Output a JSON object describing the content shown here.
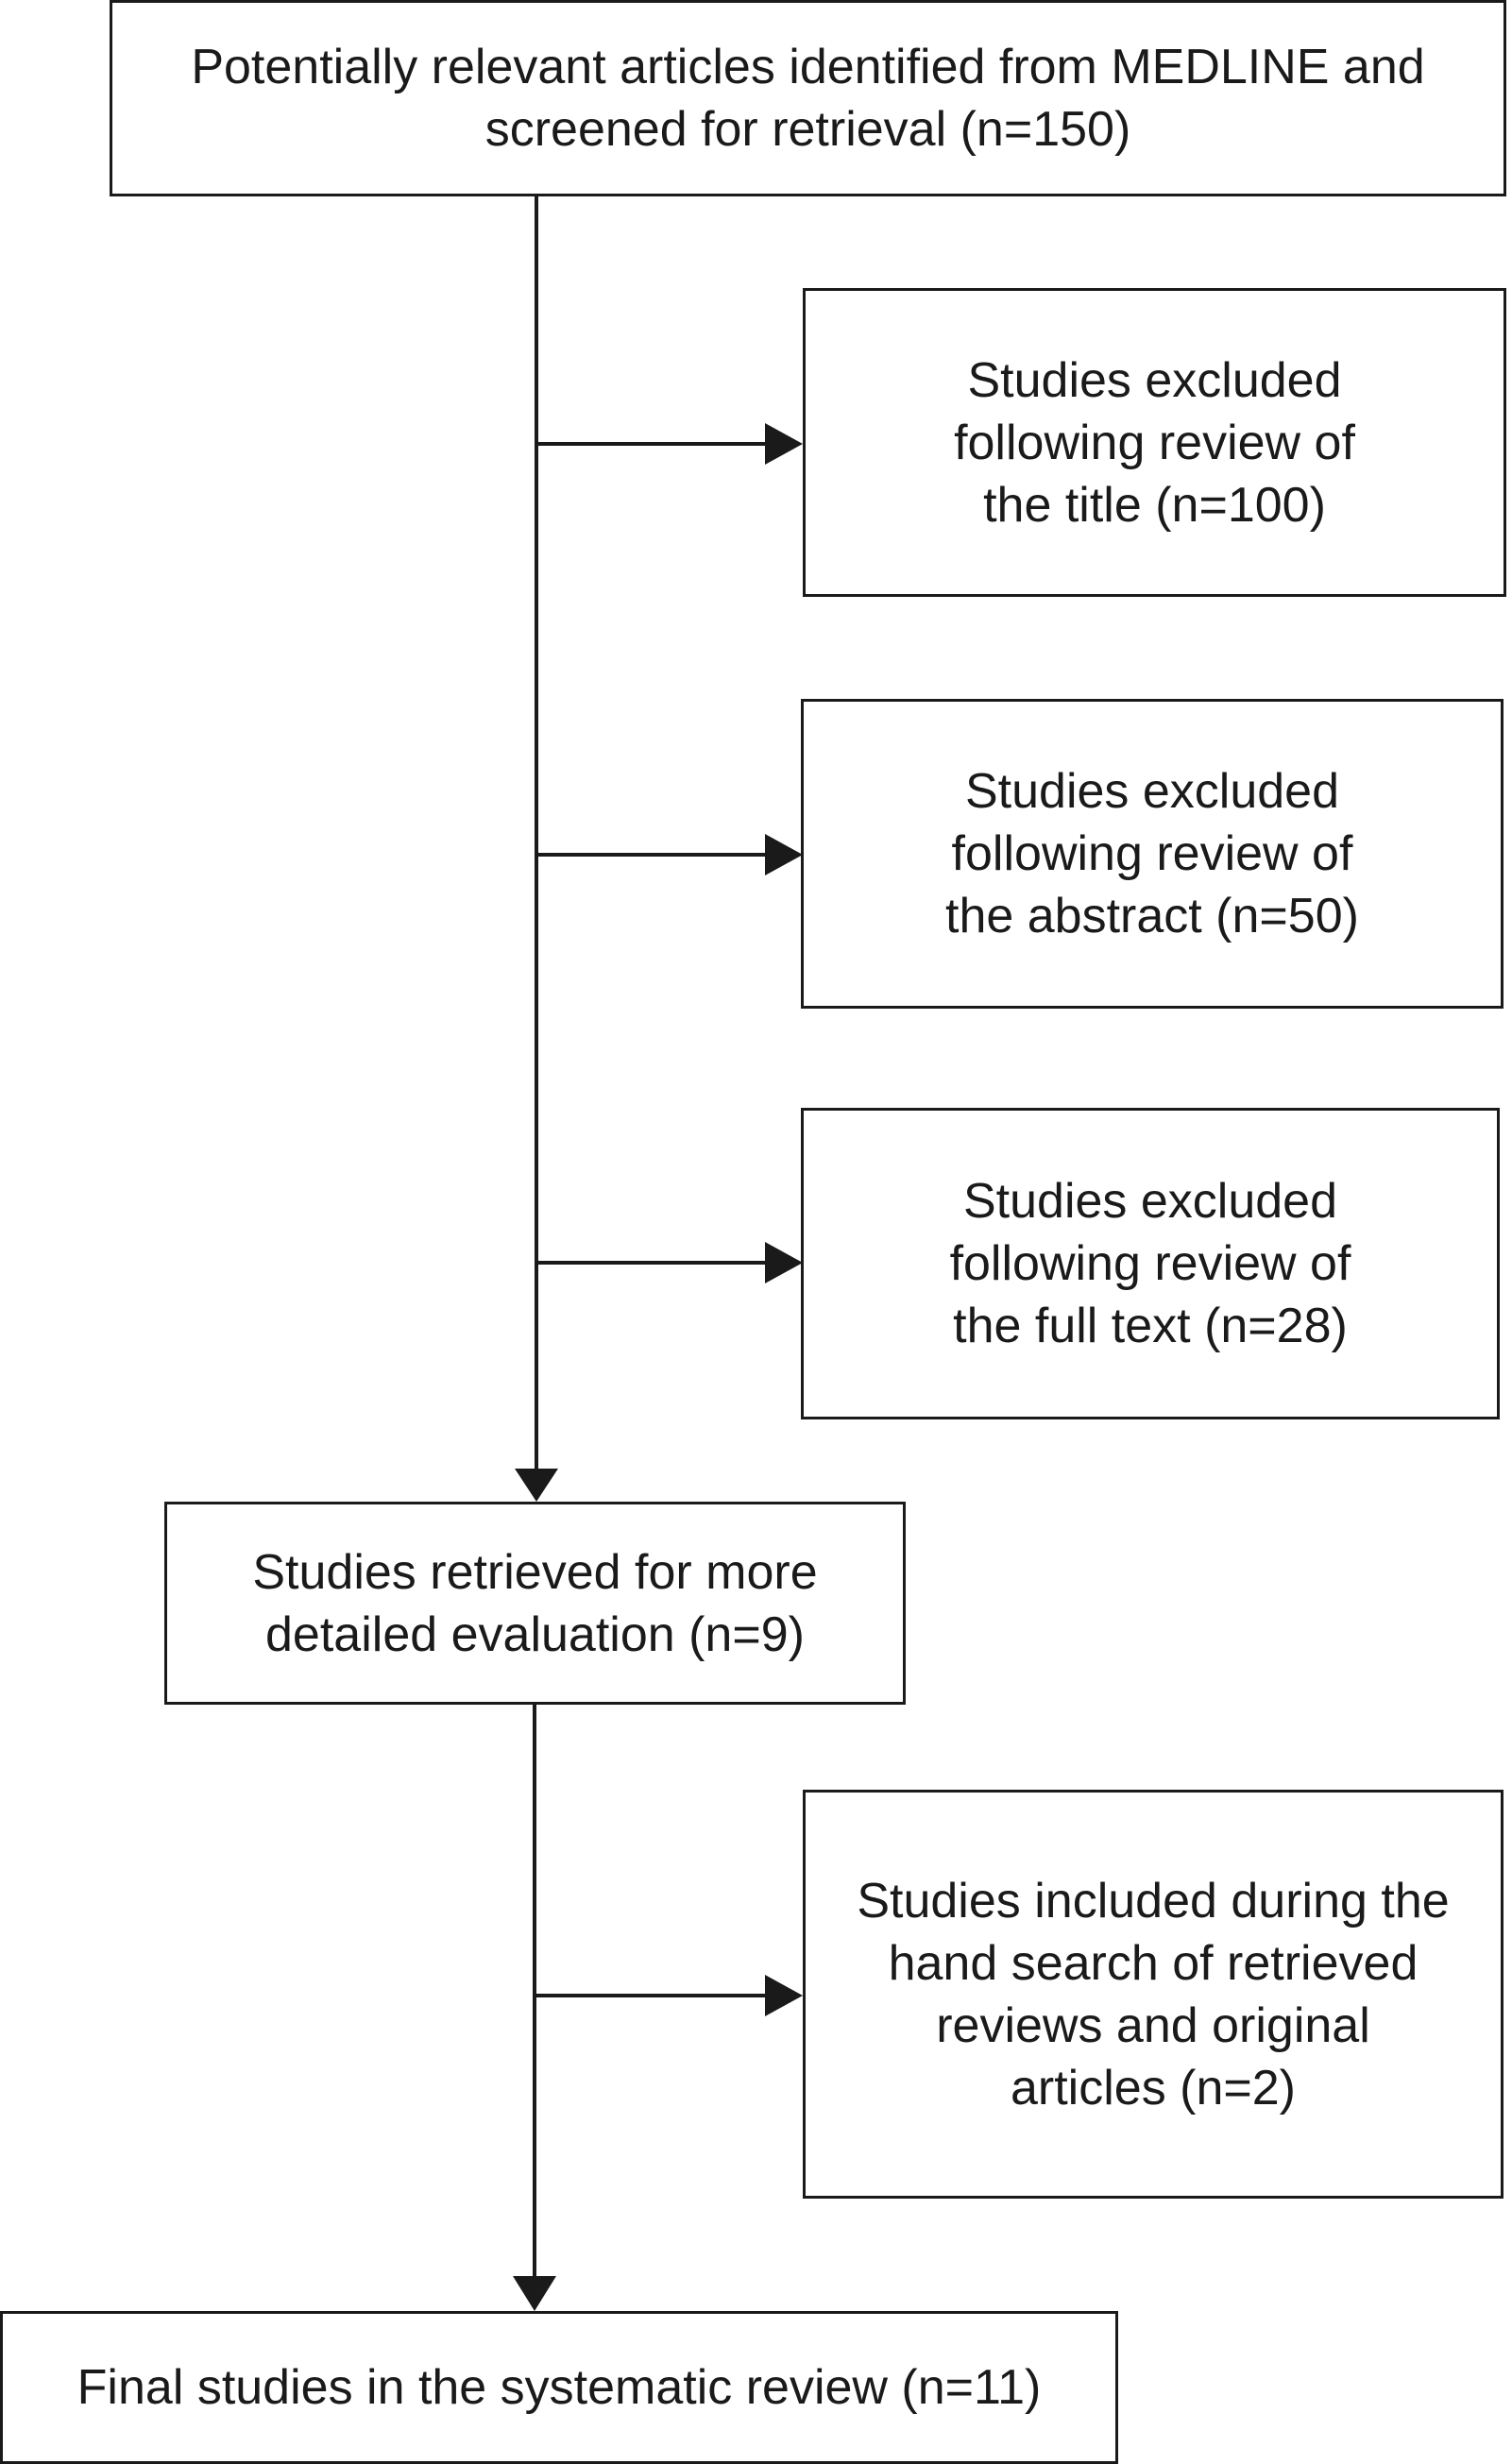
{
  "flowchart": {
    "boxes": {
      "identified": {
        "line1": "Potentially relevant articles identified from MEDLINE and",
        "line2": "screened for retrieval (n=150)"
      },
      "excluded_title": {
        "line1": "Studies excluded",
        "line2": "following review of",
        "line3": "the title (n=100)"
      },
      "excluded_abstract": {
        "line1": "Studies excluded",
        "line2": "following review of",
        "line3": "the abstract (n=50)"
      },
      "excluded_fulltext": {
        "line1": "Studies excluded",
        "line2": "following review of",
        "line3": "the full text (n=28)"
      },
      "retrieved": {
        "line1": "Studies retrieved for more",
        "line2": "detailed evaluation (n=9)"
      },
      "hand_search": {
        "line1": "Studies included during the",
        "line2": "hand search of retrieved",
        "line3": "reviews and original",
        "line4": "articles (n=2)"
      },
      "final": {
        "line1": "Final studies in the systematic review (n=11)"
      }
    },
    "colors": {
      "line": "#1a1a1a",
      "background": "#ffffff"
    }
  }
}
